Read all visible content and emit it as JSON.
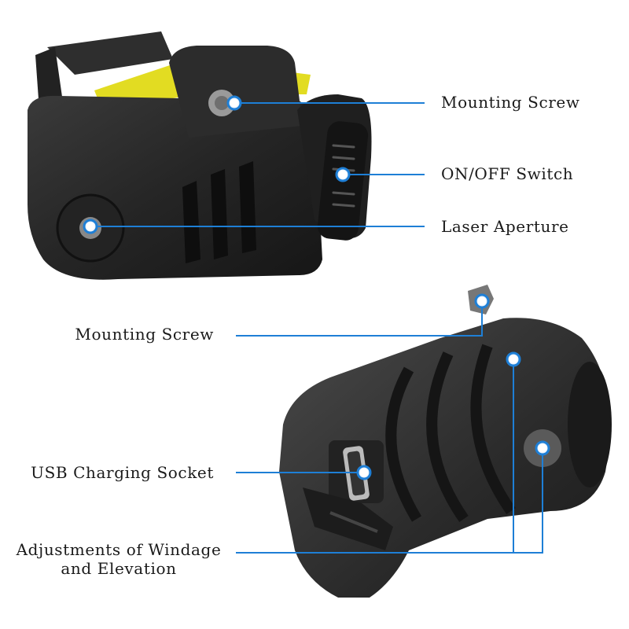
{
  "colors": {
    "callout_line": "#1e7fd6",
    "callout_dot_fill": "#ffffff",
    "callout_dot_ring": "#1e7fd6",
    "label_text": "#1a1a1a",
    "product_body": "#2b2b2b",
    "accent_yellow": "#e8e01a",
    "background": "#ffffff"
  },
  "top_view": {
    "callouts": [
      {
        "label": "Mounting Screw"
      },
      {
        "label": "ON/OFF Switch"
      },
      {
        "label": "Laser Aperture"
      }
    ]
  },
  "bottom_view": {
    "callouts": [
      {
        "label": "Mounting Screw"
      },
      {
        "label": "USB Charging Socket"
      },
      {
        "label_line1": "Adjustments of Windage",
        "label_line2": "and Elevation"
      }
    ]
  }
}
